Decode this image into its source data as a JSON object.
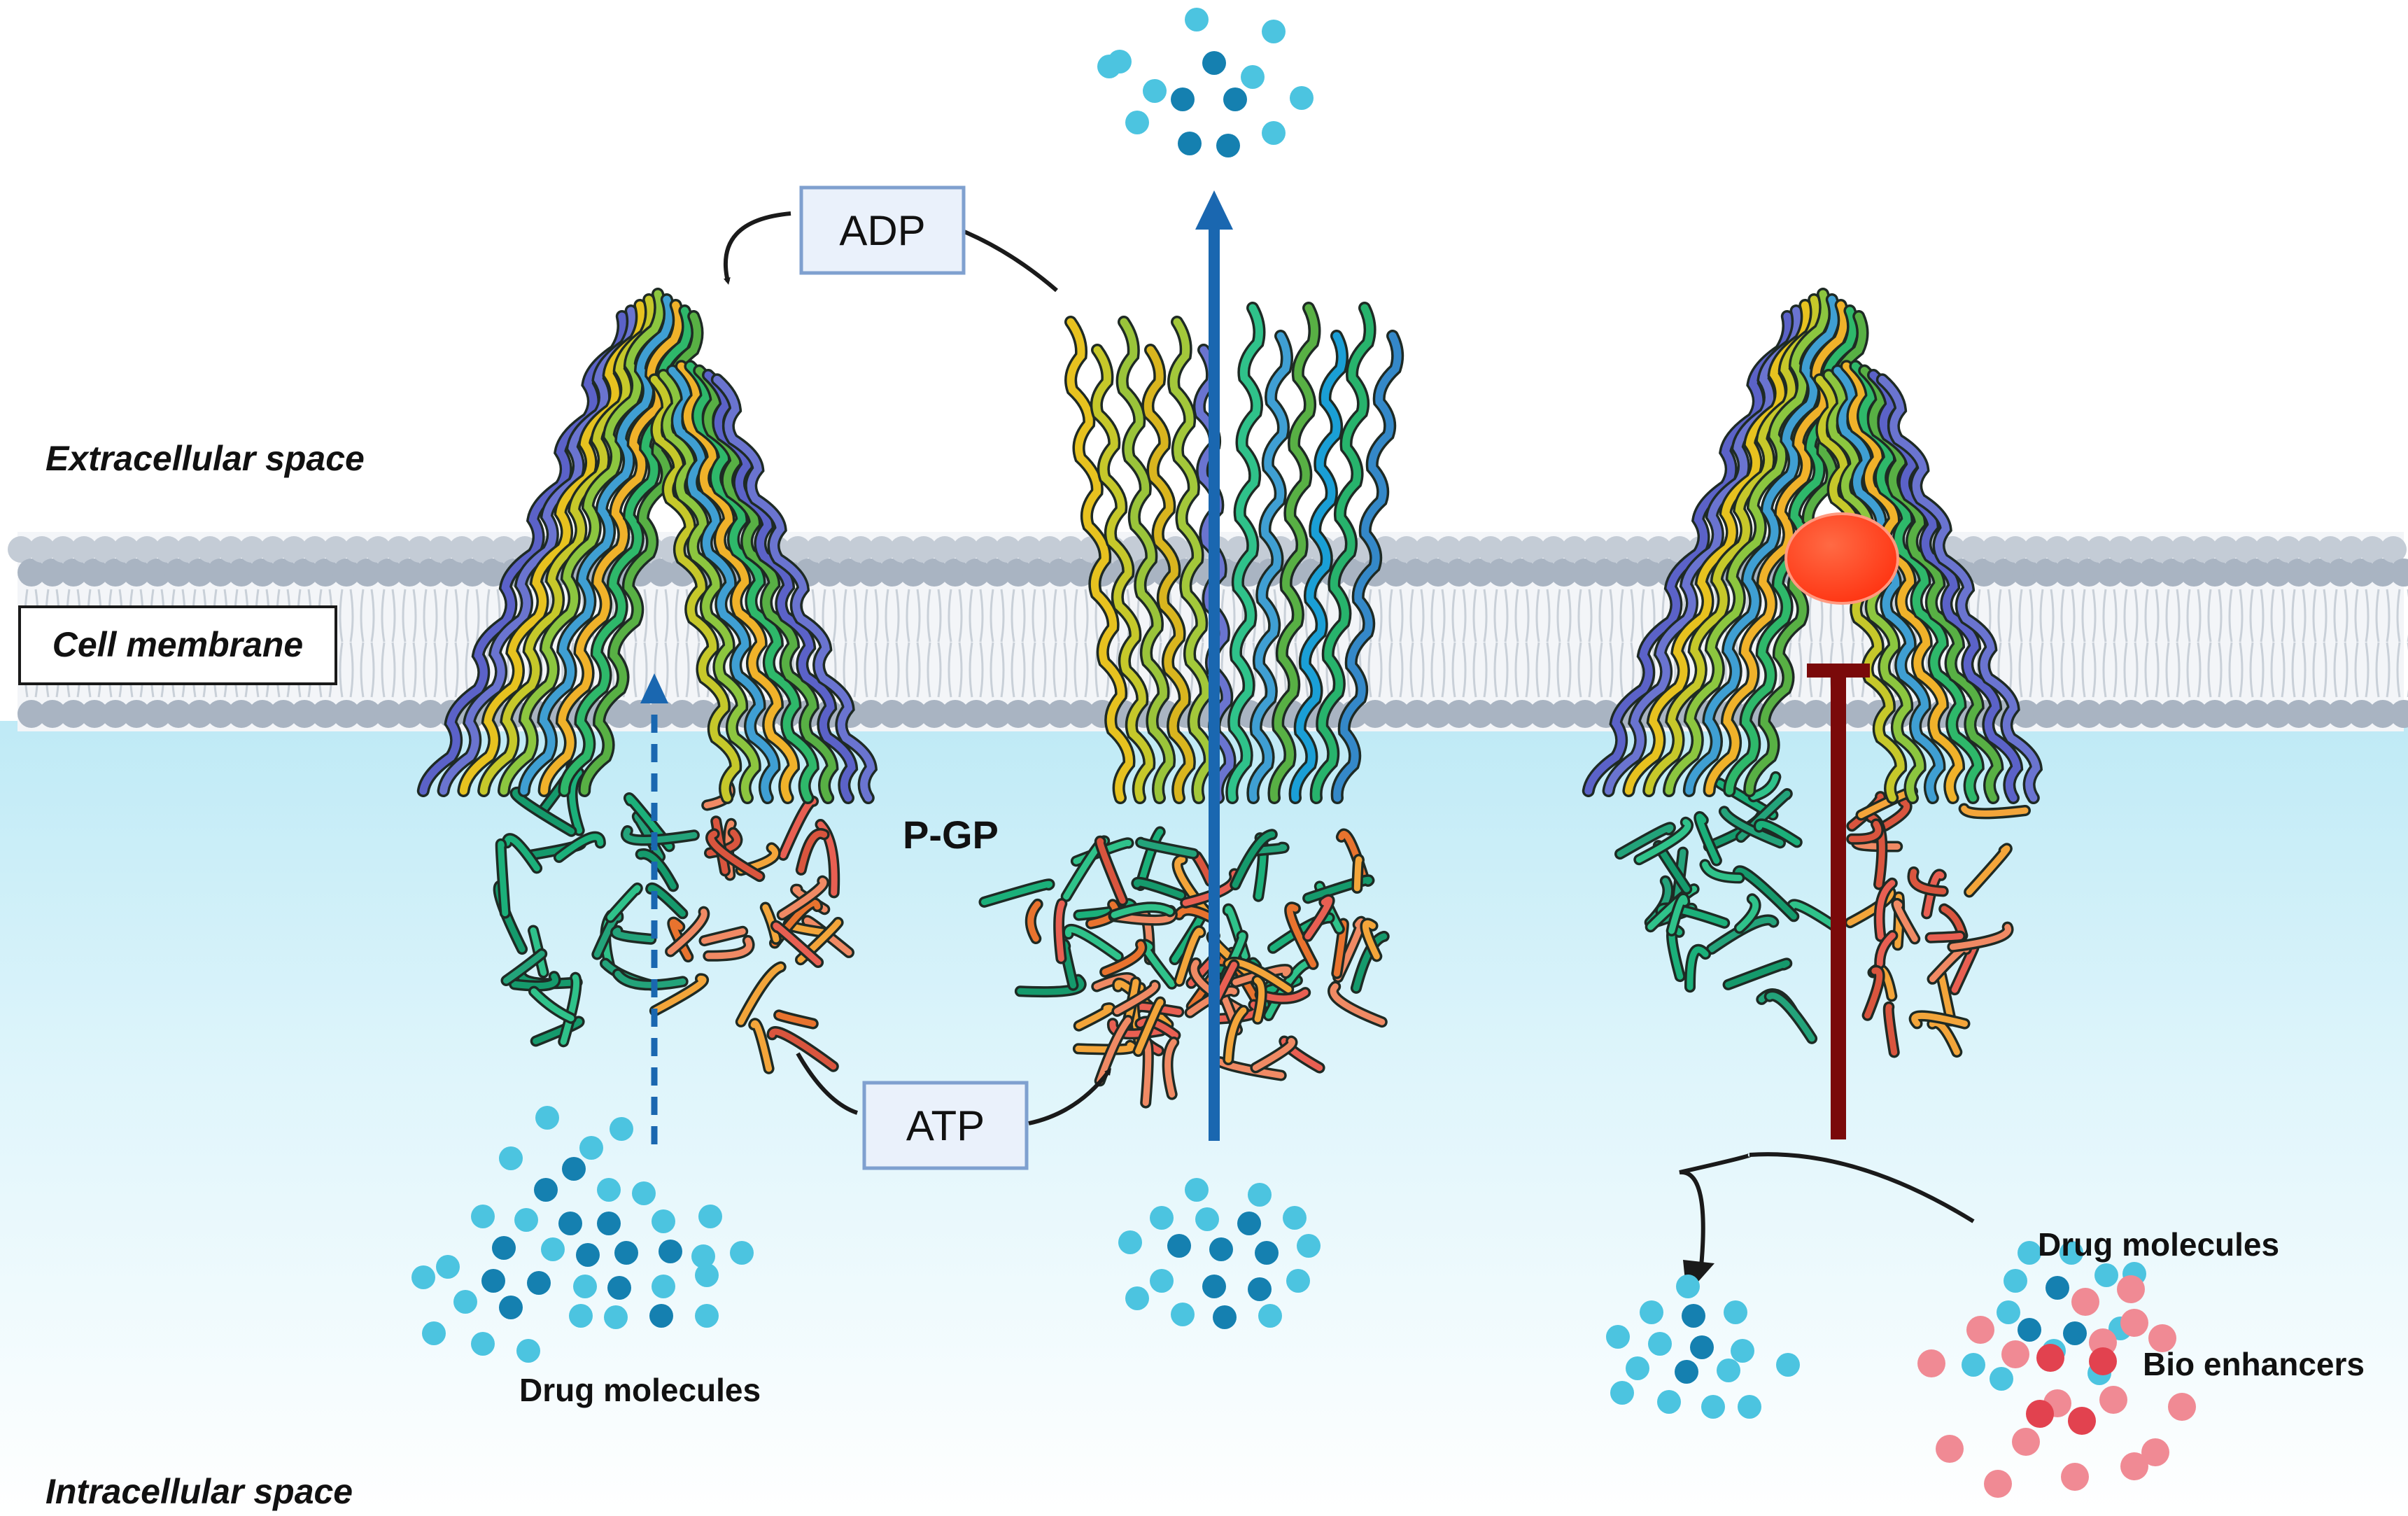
{
  "labels": {
    "extracellular": "Extracellular space",
    "membrane": "Cell membrane",
    "intracellular": "Intracellular space",
    "adp": "ADP",
    "atp": "ATP",
    "pgp": "P-GP",
    "drug_left": "Drug molecules",
    "drug_right": "Drug molecules",
    "bio_enhancers": "Bio enhancers"
  },
  "colors": {
    "membrane_head": "#a9b4c2",
    "cytoplasm": "#d8f3fa",
    "drug_light": "#4cc4e0",
    "drug_dark": "#1580b0",
    "bio_enhancer": "#f08a94",
    "transport_arrow": "#1a67b0",
    "inhibitor": "#7a0a0a",
    "inhibitor_ball": "#ff4422",
    "box_fill": "#eaf1fb",
    "box_border": "#7fa0cf"
  }
}
